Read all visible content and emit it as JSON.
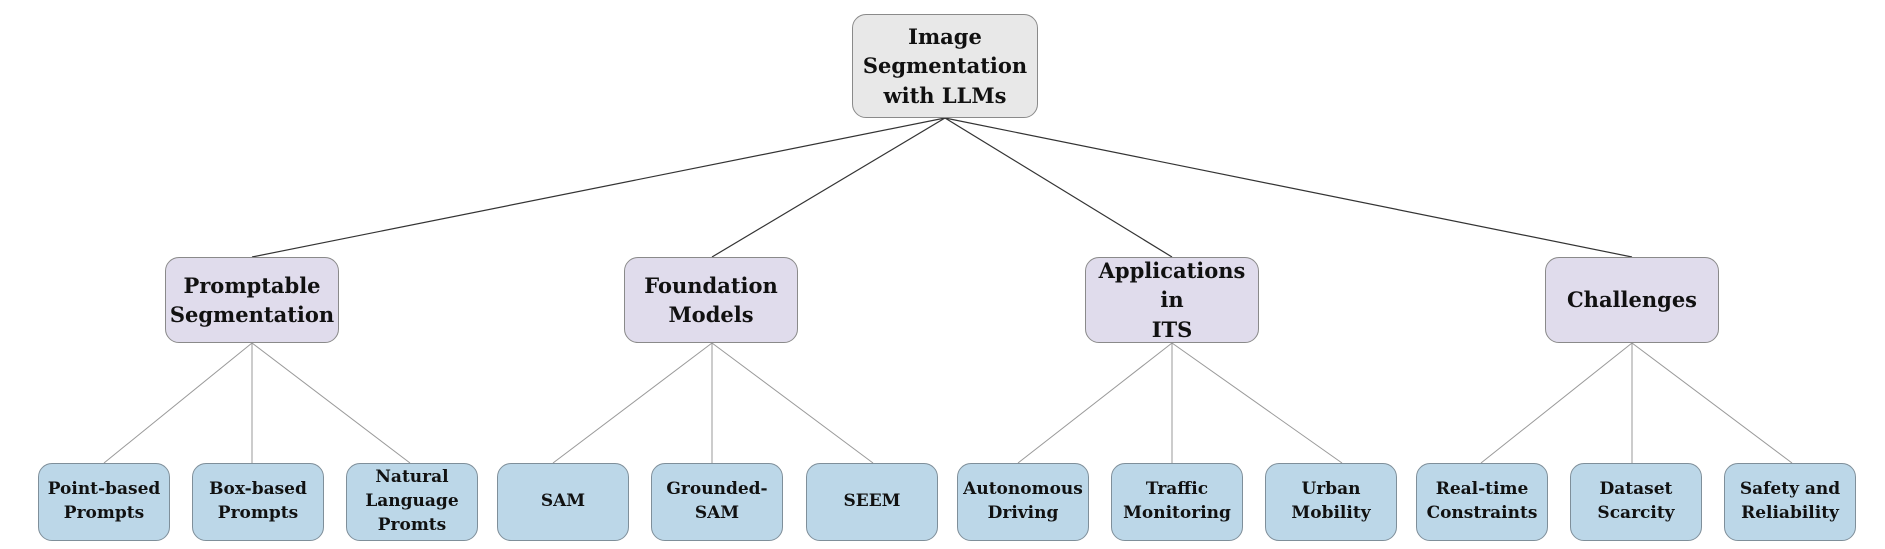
{
  "root": {
    "label": "Image\nSegmentation\nwith LLMs"
  },
  "categories": [
    {
      "label": "Promptable\nSegmentation",
      "children": [
        "Point-based\nPrompts",
        "Box-based\nPrompts",
        "Natural\nLanguage\nPromts"
      ]
    },
    {
      "label": "Foundation\nModels",
      "children": [
        "SAM",
        "Grounded-\nSAM",
        "SEEM"
      ]
    },
    {
      "label": "Applications in\nITS",
      "children": [
        "Autonomous\nDriving",
        "Traffic\nMonitoring",
        "Urban\nMobility"
      ]
    },
    {
      "label": "Challenges",
      "children": [
        "Real-time\nConstraints",
        "Dataset\nScarcity",
        "Safety and\nReliability"
      ]
    }
  ]
}
